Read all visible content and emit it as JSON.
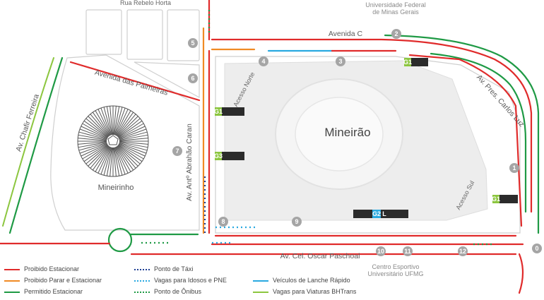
{
  "streets": {
    "rua_rebelo_horta": "Rua Rebelo Horta",
    "universidade": [
      "Universidade Federal",
      "de Minas Gerais"
    ],
    "avenida_c": "Avenida C",
    "avenida_palmeiras": "Avenida das Palmeiras",
    "av_chafir": "Av. Chafir Ferreira",
    "av_abrahao": "Av. Antº Abrahão Caran",
    "av_carlos_luz": "Av. Pres. Carlos Luz",
    "av_oscar": "Av. Cel. Oscar Paschoal",
    "centro_esportivo": [
      "Centro Esportivo",
      "Universitário UFMG"
    ],
    "acesso_norte": "Acesso Norte",
    "acesso_sul": "Acesso Sul"
  },
  "venues": {
    "mineirao": "Mineirão",
    "mineirinho": "Mineirinho"
  },
  "markers": [
    "0",
    "1",
    "2",
    "3",
    "4",
    "5",
    "6",
    "7",
    "8",
    "9",
    "10",
    "11",
    "12"
  ],
  "gates": {
    "g1": "G1",
    "g2": "G2",
    "g3": "G3",
    "l": "L"
  },
  "legend": [
    {
      "label": "Proibido Estacionar",
      "style": "solid",
      "color": "#e02b2b"
    },
    {
      "label": "Proibido Parar e Estacionar",
      "style": "solid",
      "color": "#f08a24"
    },
    {
      "label": "Permitido Estacionar",
      "style": "solid",
      "color": "#1f9a45"
    },
    {
      "label": "Ponto de Táxi",
      "style": "dotted",
      "color": "#1f3f94"
    },
    {
      "label": "Vagas para Idosos e PNE",
      "style": "dotted",
      "color": "#29a9e0"
    },
    {
      "label": "Ponto de Ônibus",
      "style": "dotted",
      "color": "#1f9a45"
    },
    {
      "label": "Veículos de Lanche Rápido",
      "style": "solid",
      "color": "#29a9e0"
    },
    {
      "label": "Vagas para Viaturas BHTrans",
      "style": "solid",
      "color": "#8cc63f"
    }
  ],
  "colors": {
    "red": "#e02b2b",
    "orange": "#f08a24",
    "green": "#1f9a45",
    "blue": "#1f3f94",
    "cyan": "#29a9e0",
    "lime": "#8cc63f",
    "block": "#c8c8c8",
    "marker": "#a5a5a5"
  }
}
